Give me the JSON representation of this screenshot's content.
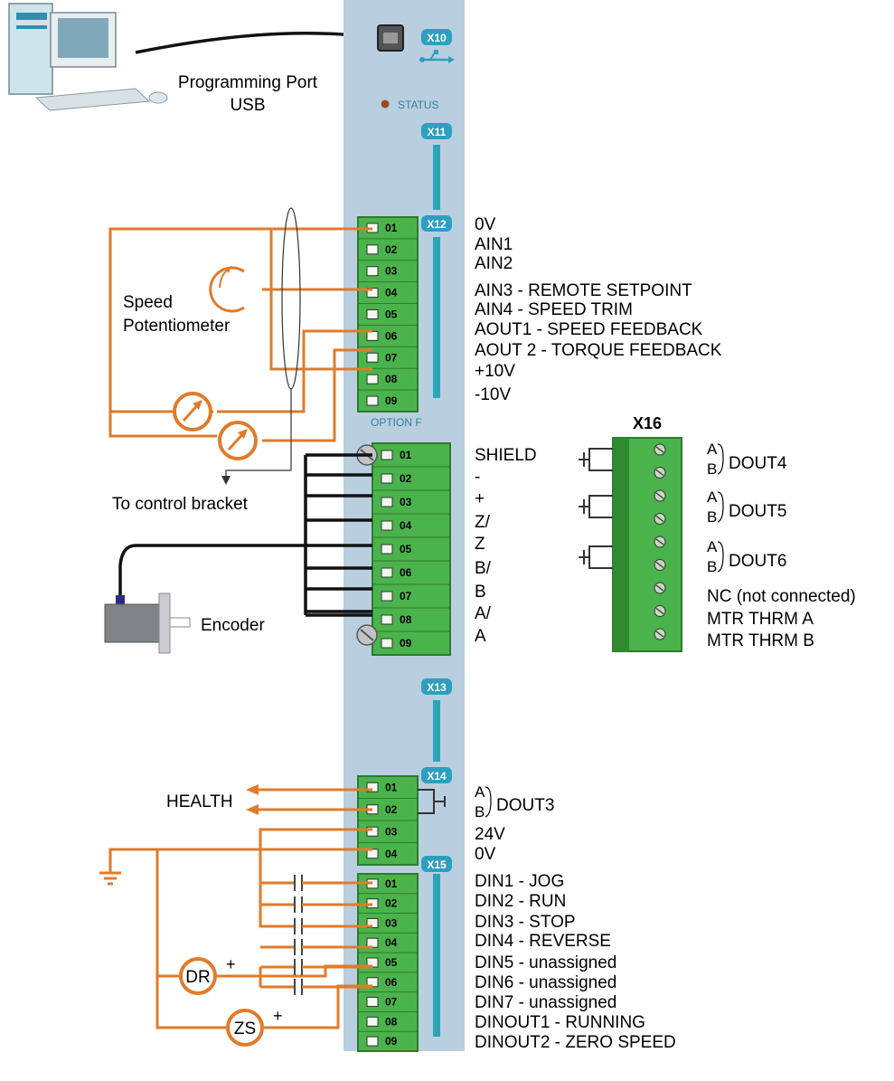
{
  "programming_port": {
    "line1": "Programming Port",
    "line2": "USB"
  },
  "board": {
    "x10": "X10",
    "x11": "X11",
    "x12": "X12",
    "x13": "X13",
    "x14": "X14",
    "x15": "X15",
    "status": "STATUS",
    "option": "OPTION F"
  },
  "pins9": [
    "01",
    "02",
    "03",
    "04",
    "05",
    "06",
    "07",
    "08",
    "09"
  ],
  "pins4": [
    "01",
    "02",
    "03",
    "04"
  ],
  "x12_labels": [
    "0V",
    "AIN1",
    "AIN2",
    "AIN3 - REMOTE SETPOINT",
    "AIN4 - SPEED TRIM",
    "AOUT1 - SPEED FEEDBACK",
    "AOUT 2 - TORQUE FEEDBACK",
    "+10V",
    "-10V"
  ],
  "speed_pot": {
    "line1": "Speed",
    "line2": "Potentiometer"
  },
  "control_bracket": "To control bracket",
  "encoder": "Encoder",
  "option_labels": [
    "SHIELD",
    "-",
    "+",
    "Z/",
    "Z",
    "B/",
    "B",
    "A/",
    "A"
  ],
  "x16": {
    "title": "X16",
    "a": "A",
    "b": "B",
    "douts": [
      "DOUT4",
      "DOUT5",
      "DOUT6"
    ],
    "extra": [
      "NC (not connected)",
      "MTR THRM A",
      "MTR THRM B"
    ]
  },
  "x14": {
    "health": "HEALTH",
    "a": "A",
    "b": "B",
    "dout": "DOUT3",
    "v24": "24V",
    "v0": "0V"
  },
  "x15_labels": [
    "DIN1 - JOG",
    "DIN2 - RUN",
    "DIN3 - STOP",
    "DIN4 - REVERSE",
    "DIN5 - unassigned",
    "DIN6 - unassigned",
    "DIN7 - unassigned",
    "DINOUT1 - RUNNING",
    "DINOUT2 - ZERO SPEED"
  ],
  "relays": {
    "dr": "DR",
    "zs": "ZS",
    "plus": "+"
  },
  "colors": {
    "wire": "#e07b2a",
    "panel": "#b9cfe0",
    "terminal": "#4bb34b",
    "stripe": "#2aa6b8",
    "header": "#2e9fc0"
  }
}
